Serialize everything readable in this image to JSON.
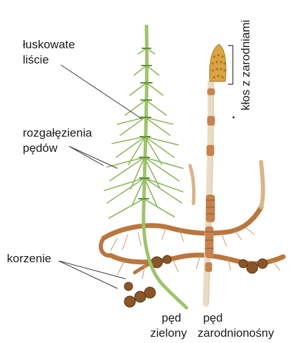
{
  "labels": {
    "scale_leaves": [
      "łuskowate",
      "liście"
    ],
    "shoot_branches": [
      "rozgałęzienia",
      "pędów"
    ],
    "roots": "korzenie",
    "green_shoot": [
      "pęd",
      "zielony"
    ],
    "fertile_shoot": [
      "pęd",
      "zarodnionośny"
    ],
    "spore_spike": "kłos z zarodniami"
  },
  "colors": {
    "green_stem": "#9dc46a",
    "green_dark": "#5f8f2e",
    "fertile_stem": "#e9dcc3",
    "fertile_band": "#c7834f",
    "spike": "#d9a441",
    "rhizome": "#b9773e",
    "tuber": "#8a5528"
  }
}
